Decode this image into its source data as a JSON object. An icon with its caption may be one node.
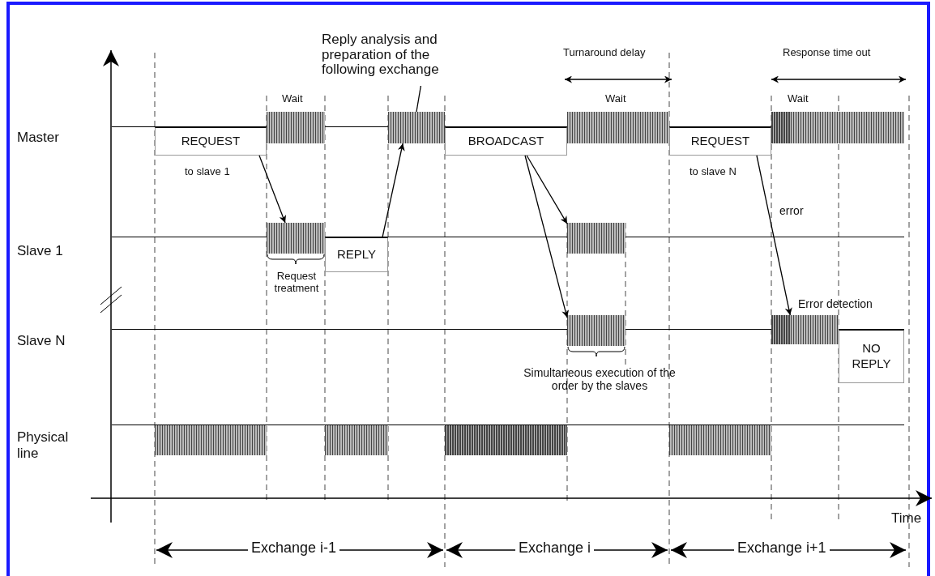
{
  "diagram": {
    "nodes": [
      {
        "text": [
          "REQUEST"
        ]
      },
      {
        "text": [],
        "shape": "bar"
      },
      {
        "text": [],
        "shape": "bar"
      },
      {
        "text": [
          "BROADCAST"
        ]
      },
      {
        "text": [],
        "shape": "bar"
      },
      {
        "text": [
          "REQUEST"
        ]
      },
      {
        "text": [],
        "shape": "bar"
      },
      {
        "text": [],
        "shape": "bar"
      },
      {
        "text": [
          "REPLY"
        ]
      },
      {
        "text": [],
        "shape": "bar"
      },
      {
        "text": [],
        "shape": "bar"
      },
      {
        "text": [],
        "shape": "bar"
      },
      {
        "text": [
          "NO REPLY"
        ]
      },
      {
        "text": [],
        "shape": "bar"
      },
      {
        "text": [],
        "shape": "bar"
      },
      {
        "text": [],
        "shape": "bar"
      },
      {
        "text": [],
        "shape": "bar"
      },
      {
        "text": [
          "Reply analysis and preparation of the following exchange"
        ]
      }
    ],
    "edges": [
      {
        "from": 0,
        "to": 7,
        "arrow": "to"
      },
      {
        "from": 8,
        "to": 2,
        "arrow": "to"
      },
      {
        "from": 17,
        "to": 2,
        "arrow": "none"
      },
      {
        "from": 3,
        "to": 9,
        "arrow": "to"
      },
      {
        "from": 3,
        "to": 10,
        "arrow": "to"
      },
      {
        "from": 5,
        "to": 11,
        "arrow": "to",
        "label": "error"
      }
    ],
    "labels": [
      "Turnaround delay",
      "Response time out",
      "Wait",
      "Wait",
      "Wait",
      "Master",
      "to slave 1",
      "to slave N",
      "Slave 1",
      "Request treatment",
      "Error detection",
      "Slave N",
      "Simultaneous execution of the order by the slaves",
      "Physical line",
      "Time",
      "Exchange i-1",
      "Exchange i",
      "Exchange i+1"
    ]
  }
}
